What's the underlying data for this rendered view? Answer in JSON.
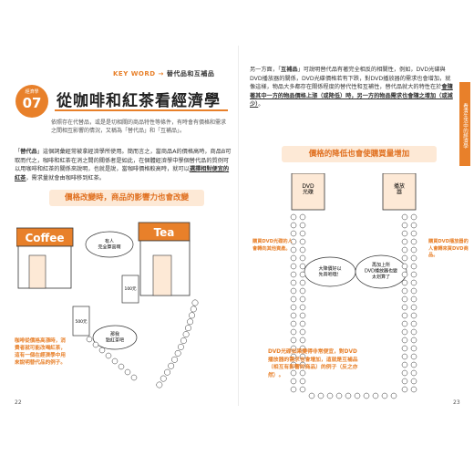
{
  "keyword": {
    "label": "KEY WORD",
    "arrow": "→",
    "value": "替代品和互補品"
  },
  "lesson": {
    "label": "經濟學",
    "number": "07"
  },
  "title": "從咖啡和紅茶看經濟學",
  "intro": "依照存在代替品，或是是切相關的商品特性等條件，有時會有價格和需求之間相互影響的情況，又稱為「替代品」和「互補品」。",
  "left_body": [
    {
      "t": "「",
      "s": ""
    },
    {
      "t": "替代品",
      "s": "hl"
    },
    {
      "t": "」這個詞彙經常被拿經濟學所使用。簡而言之，當商品A的價格高時，商品B可取而代之，咖啡和紅茶在消之間的關係者是如此，在個體經濟學中學個替代品的質例可以用咖啡和紅茶的關係來說明，也就是說，當咖啡價格較高時，就可以",
      "s": ""
    },
    {
      "t": "選擇相對便宜的紅茶",
      "s": "und"
    },
    {
      "t": "，需求量就會由咖啡移到紅茶。",
      "s": ""
    }
  ],
  "left_subtitle": "價格改變時，商品的影響力也會改變",
  "left_note": "咖啡從價格高漲時，消費者就可能改喝紅茶，這有一個在經濟學中用來說明替代品的例子。",
  "left_scene": {
    "coffee_sign": "Coffee",
    "tea_sign": "Tea",
    "coffee_bubble": "有人\n完全算高啊",
    "tea_bubble": "那我\n點紅茶吧",
    "coffee_price": "500元",
    "tea_price": "100元"
  },
  "page_left": "22",
  "page_right": "23",
  "right_body": [
    {
      "t": "另一方面，「",
      "s": ""
    },
    {
      "t": "互補品",
      "s": "hl"
    },
    {
      "t": "」可說明替代品有著完全相反的相關性，例如，DVD光碟與DVD播放器的關係，DVD光碟價格若有下跌，對DVD播放器的需求也會增加，就像這樣，物品大多都存在關係程度的替代性和互補性，替代品就大的特性在於",
      "s": ""
    },
    {
      "t": "會隨著其中一方的物品價格上漲（或降低）時，另一方的物品需求也會隨之增加（或減少）",
      "s": "und"
    },
    {
      "t": "。",
      "s": ""
    }
  ],
  "right_tab": "看清生活中的經濟學",
  "right_subtitle": "價格的降低也會使購買量增加",
  "right_scene": {
    "dvd_sign": "DVD\n光碟",
    "player_sign": "播放\n器",
    "bubble_left": "大降價好以\n先買吧哦！",
    "bubble_right": "再加上所\nDVD播放器也變\n太划算了"
  },
  "right_note_1": "購買DVD光碟的人會轉向其他資產。",
  "right_note_2": "購買DVD播放器的人會轉來買DVD商品。",
  "right_note_3": "DVD光碟如果變得非常便宜，對DVD播放器的需求也會增加，這就是互補品（相互有影響的商品）的例子（反之亦然）。",
  "accent": "#e8802a"
}
